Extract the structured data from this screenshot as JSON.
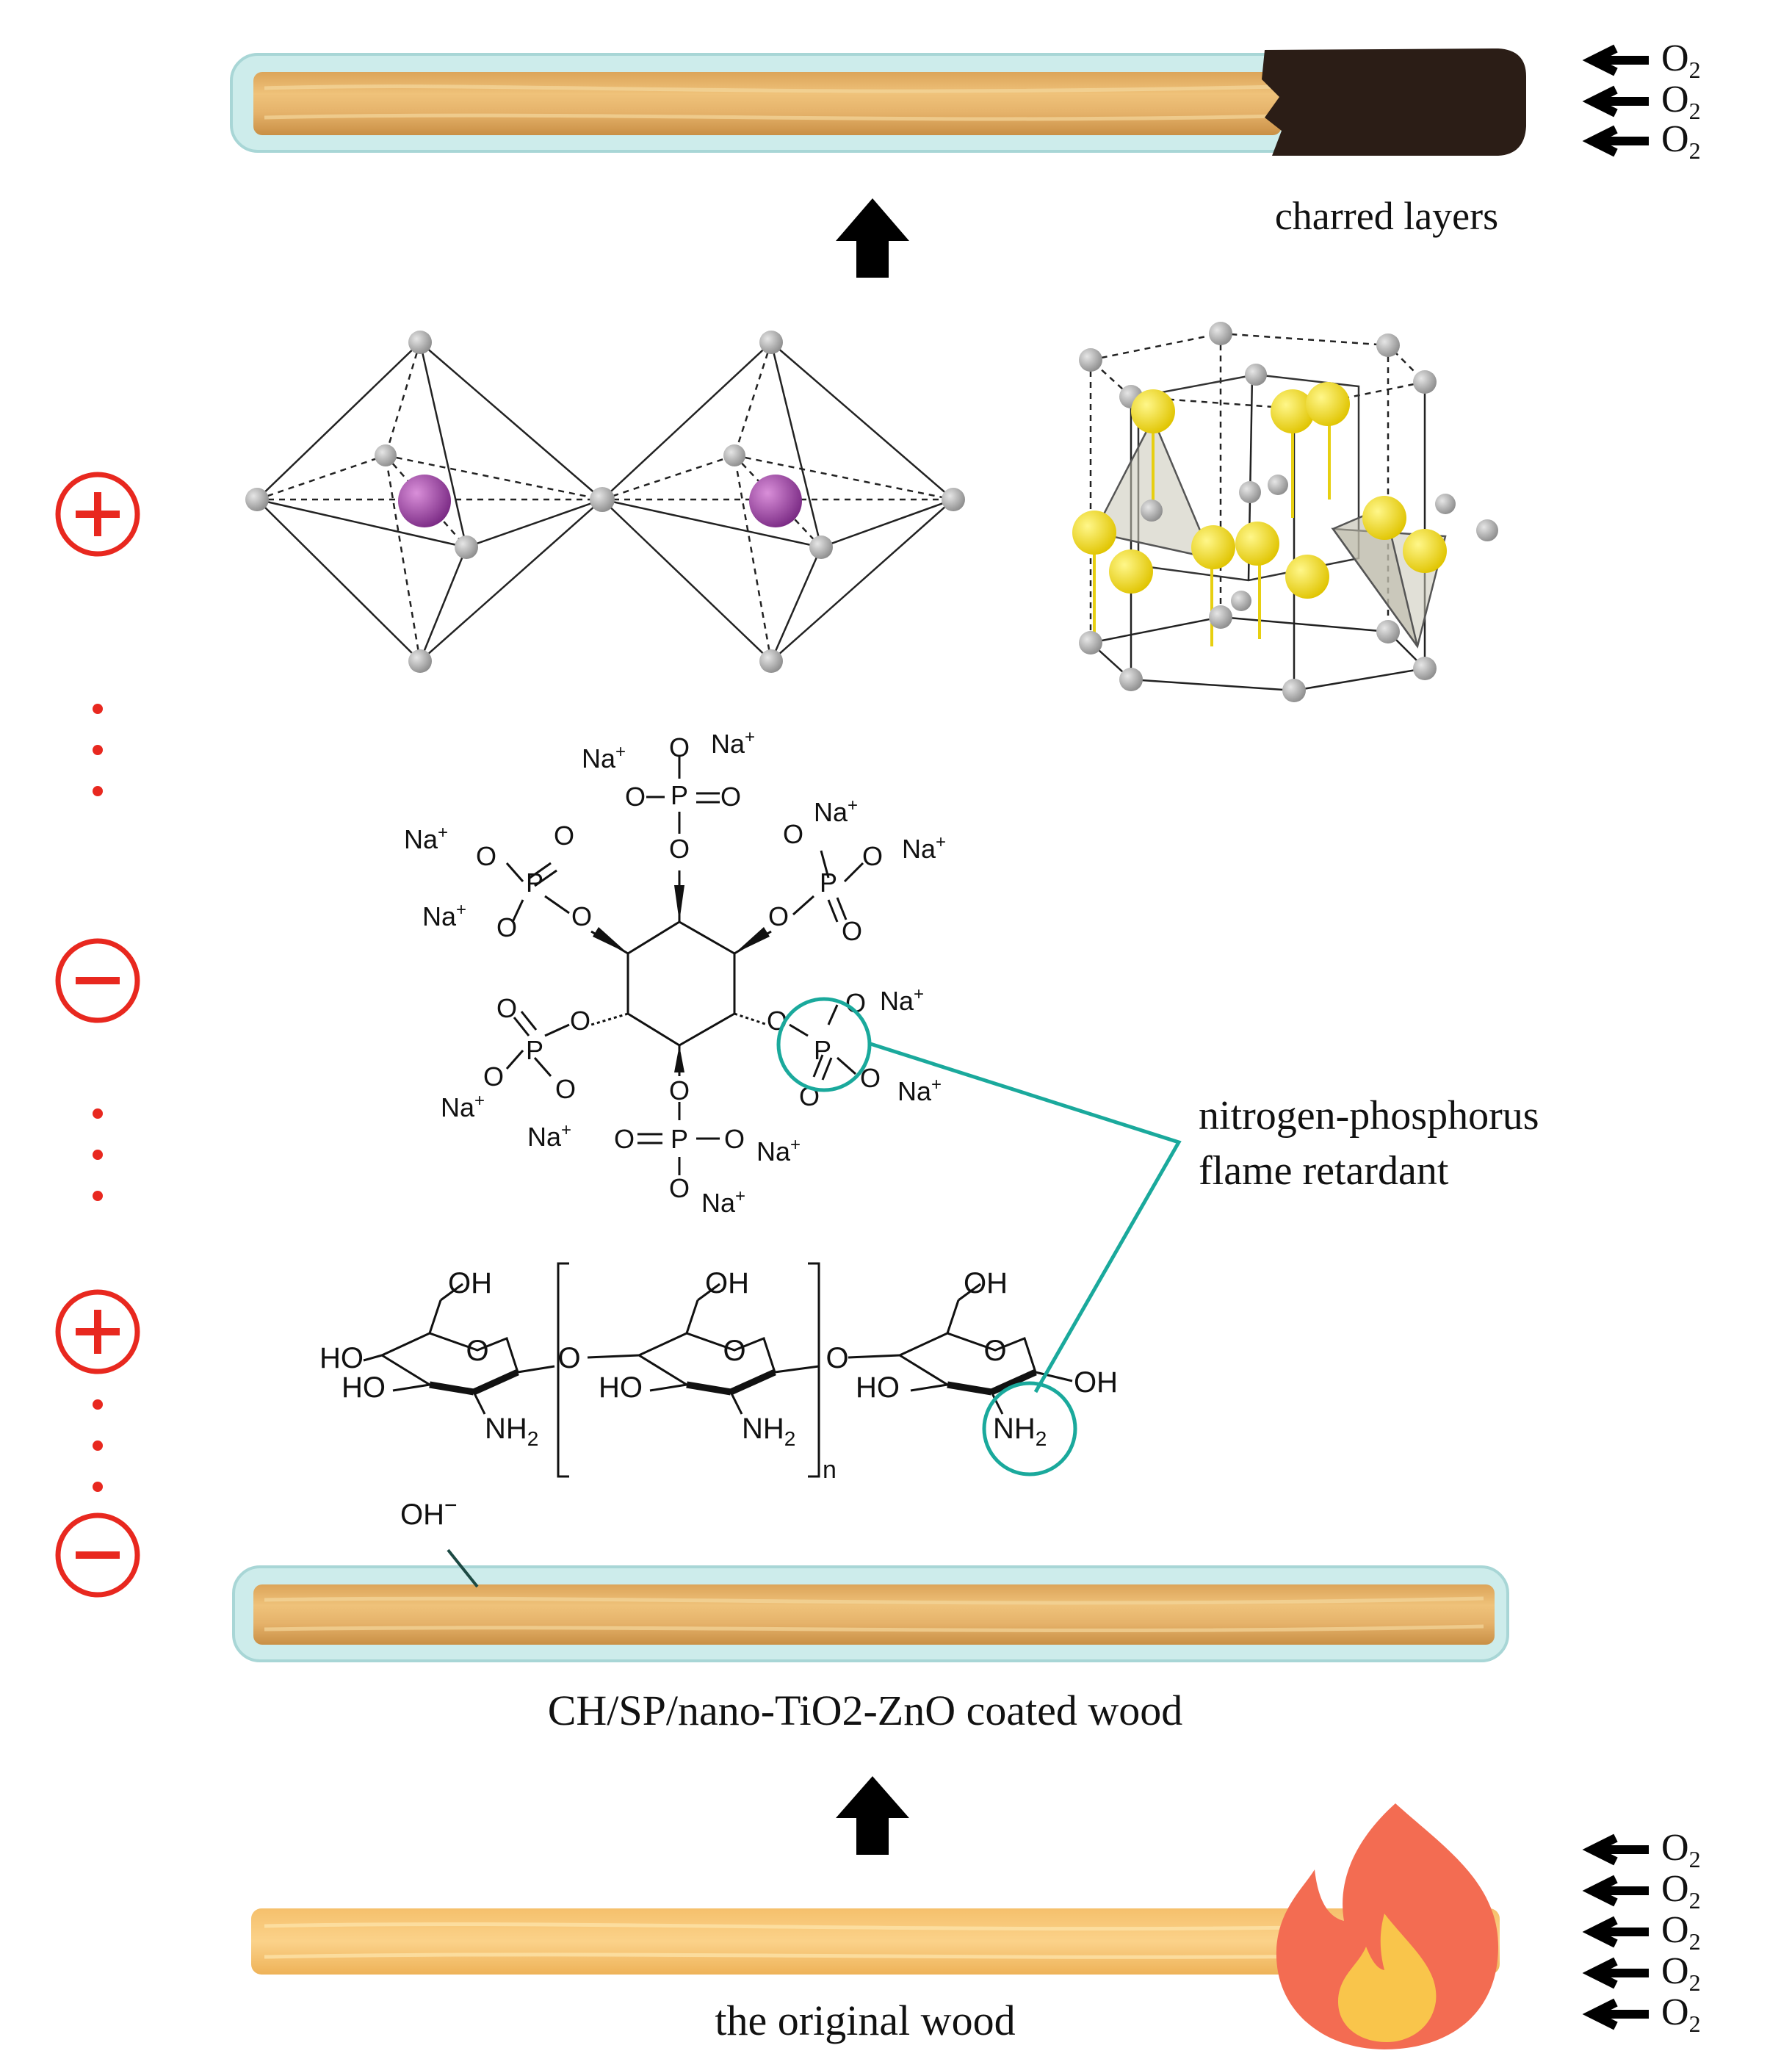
{
  "labels": {
    "charred": "charred layers",
    "retardant_line1": "nitrogen-phosphorus",
    "retardant_line2": "flame retardant",
    "coated_wood": "CH/SP/nano-TiO2-ZnO coated wood",
    "original_wood": "the original wood",
    "hydroxide": "OH",
    "hydroxide_charge": "−",
    "oxygen": "O",
    "oxygen_sub": "2"
  },
  "charges": [
    "+",
    "−",
    "+",
    "−"
  ],
  "phytate": {
    "sodium": "Na",
    "plus": "+",
    "oxygen": "O",
    "phosphorus": "P"
  },
  "chitosan": {
    "oh": "OH",
    "ho": "HO",
    "o": "O",
    "nh2": "NH",
    "nh2_sub": "2",
    "n": "n"
  },
  "colors": {
    "wood": "#e9b763",
    "coating": "#cdeceb",
    "char": "#2b1d16",
    "flame_outer": "#f36c52",
    "flame_inner": "#f9c54b",
    "highlight": "#1aa99c",
    "charge": "#e8281f",
    "ti_atom": "#9b3b9e",
    "zn_atom": "#f2dc0c",
    "node": "#a9a9a9"
  },
  "icons": [
    "arrow-up-icon",
    "arrow-left-icon",
    "flame-icon",
    "plus-charge-icon",
    "minus-charge-icon"
  ]
}
